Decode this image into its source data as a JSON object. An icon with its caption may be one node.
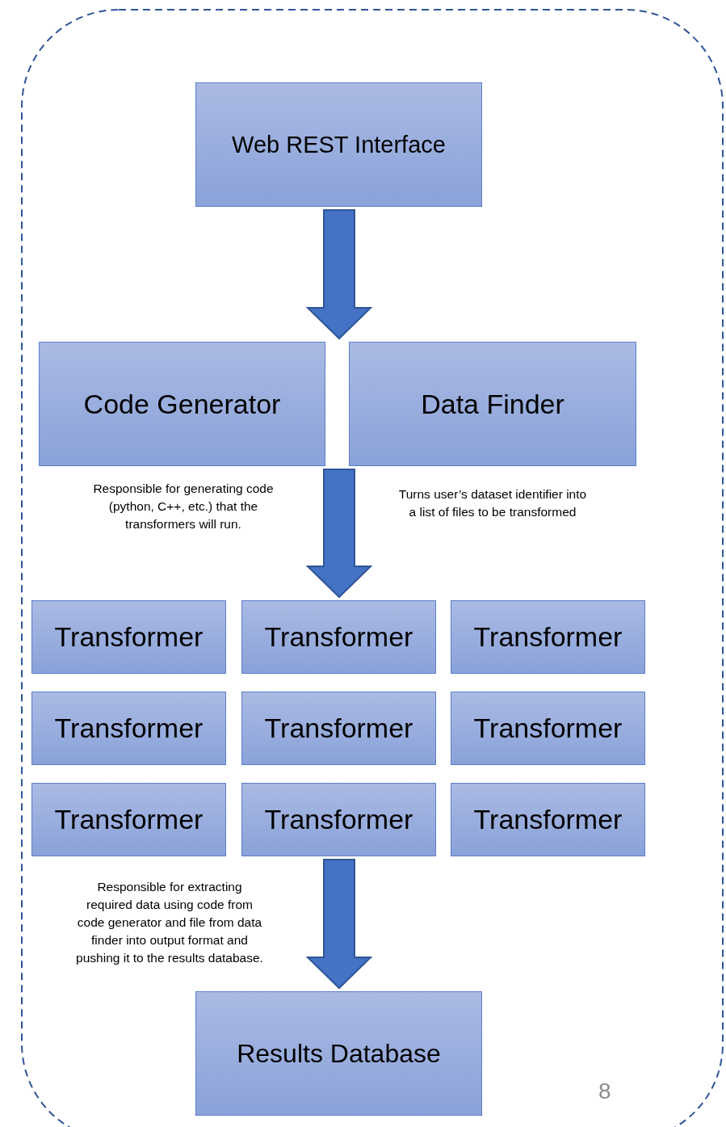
{
  "diagram": {
    "nodes": [
      {
        "text": [
          "Web REST Interface"
        ]
      },
      {
        "text": [
          "Code Generator"
        ],
        "beside": [
          "Responsible for generating code (python, C++, etc.) that the transformers will run."
        ]
      },
      {
        "text": [
          "Data Finder"
        ],
        "beside": [
          "Turns user’s dataset identifier into a list of files to be transformed"
        ]
      },
      {
        "text": [
          "Transformer"
        ]
      },
      {
        "text": [
          "Transformer"
        ]
      },
      {
        "text": [
          "Transformer"
        ]
      },
      {
        "text": [
          "Transformer"
        ]
      },
      {
        "text": [
          "Transformer"
        ]
      },
      {
        "text": [
          "Transformer"
        ]
      },
      {
        "text": [
          "Transformer"
        ]
      },
      {
        "text": [
          "Transformer"
        ]
      },
      {
        "text": [
          "Transformer"
        ]
      },
      {
        "text": [
          "Results Database"
        ]
      }
    ],
    "edges": [
      {
        "from": 0,
        "to": 1,
        "arrow": "to"
      },
      {
        "from": 0,
        "to": 2,
        "arrow": "to"
      },
      {
        "from": 1,
        "to": 4,
        "arrow": "to"
      },
      {
        "from": 2,
        "to": 4,
        "arrow": "to"
      },
      {
        "from": 10,
        "to": 12,
        "arrow": "to"
      }
    ],
    "labels": [
      "Responsible for extracting required data using code from code generator and file from data finder into output format and pushing it to the results database.",
      "8"
    ]
  }
}
